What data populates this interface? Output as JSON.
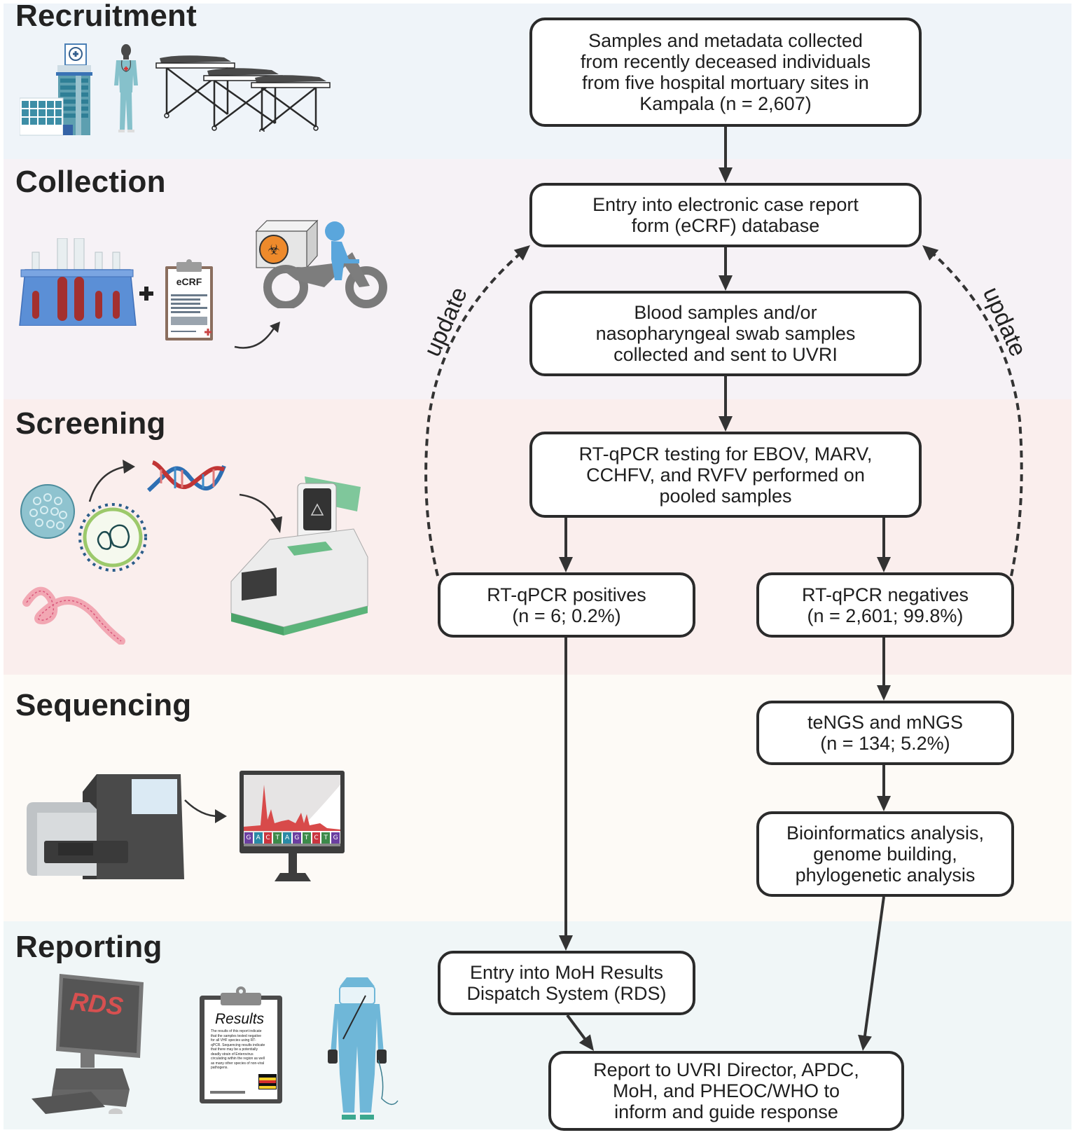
{
  "figure": {
    "stages": [
      {
        "id": "recruitment",
        "title": "Recruitment"
      },
      {
        "id": "collection",
        "title": "Collection"
      },
      {
        "id": "screening",
        "title": "Screening"
      },
      {
        "id": "sequencing",
        "title": "Sequencing"
      },
      {
        "id": "reporting",
        "title": "Reporting"
      }
    ],
    "colors": {
      "recruitment_band": "#eff4f9",
      "collection_band": "#f6f2f6",
      "screening_band": "#faeeed",
      "sequencing_band": "#fdfaf6",
      "reporting_band": "#f0f6f7",
      "box_border": "#2b2b2b",
      "arrow": "#333333"
    },
    "flow_boxes": {
      "samples_collected": "Samples and metadata collected\nfrom recently deceased individuals\nfrom five hospital mortuary sites in\nKampala (n = 2,607)",
      "ecrf_entry": "Entry into electronic case report\nform (eCRF) database",
      "samples_sent": "Blood samples and/or\nnasopharyngeal swab samples\ncollected and sent to UVRI",
      "rtqpcr_testing": "RT-qPCR testing for EBOV, MARV,\nCCHFV, and RVFV performed on\npooled samples",
      "positives": "RT-qPCR positives\n(n = 6; 0.2%)",
      "negatives": "RT-qPCR negatives\n(n = 2,601; 99.8%)",
      "ngs": "teNGS and mNGS\n(n = 134; 5.2%)",
      "bioinformatics": "Bioinformatics analysis,\ngenome building,\nphylogenetic analysis",
      "rds_entry": "Entry into MoH Results\nDispatch System (RDS)",
      "report": "Report to UVRI Director, APDC,\nMoH, and PHEOC/WHO to\ninform and guide response"
    },
    "update_label_left": "update",
    "update_label_right": "update",
    "illustrations": {
      "ecrf_label": "eCRF",
      "rds_screen_label": "RDS",
      "results_title": "Results",
      "results_body": "The results of this report indicate that the samples tested negative for all VHF species using RT-qPCR. Sequencing results indicate that there may be a potentially deadly strain of Enterovirus circulating within the region as well as many other species of non-viral pathogens.",
      "sequence_bases": [
        "G",
        "A",
        "C",
        "T",
        "A",
        "G",
        "T",
        "C",
        "T",
        "G"
      ]
    }
  }
}
